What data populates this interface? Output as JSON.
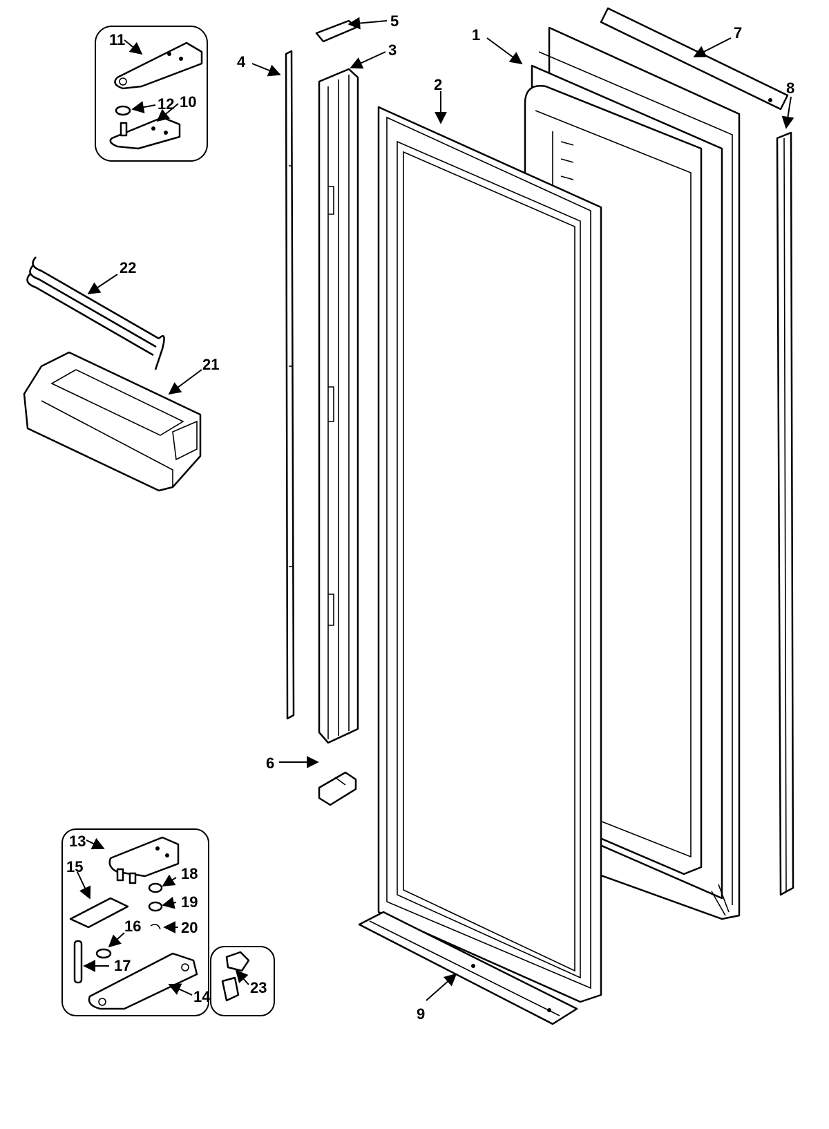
{
  "diagram": {
    "callouts": [
      "1",
      "2",
      "3",
      "4",
      "5",
      "6",
      "7",
      "8",
      "9",
      "10",
      "11",
      "12",
      "13",
      "14",
      "15",
      "16",
      "17",
      "18",
      "19",
      "20",
      "21",
      "22",
      "23"
    ]
  },
  "colors": {
    "line": "#000000",
    "background": "#ffffff"
  }
}
